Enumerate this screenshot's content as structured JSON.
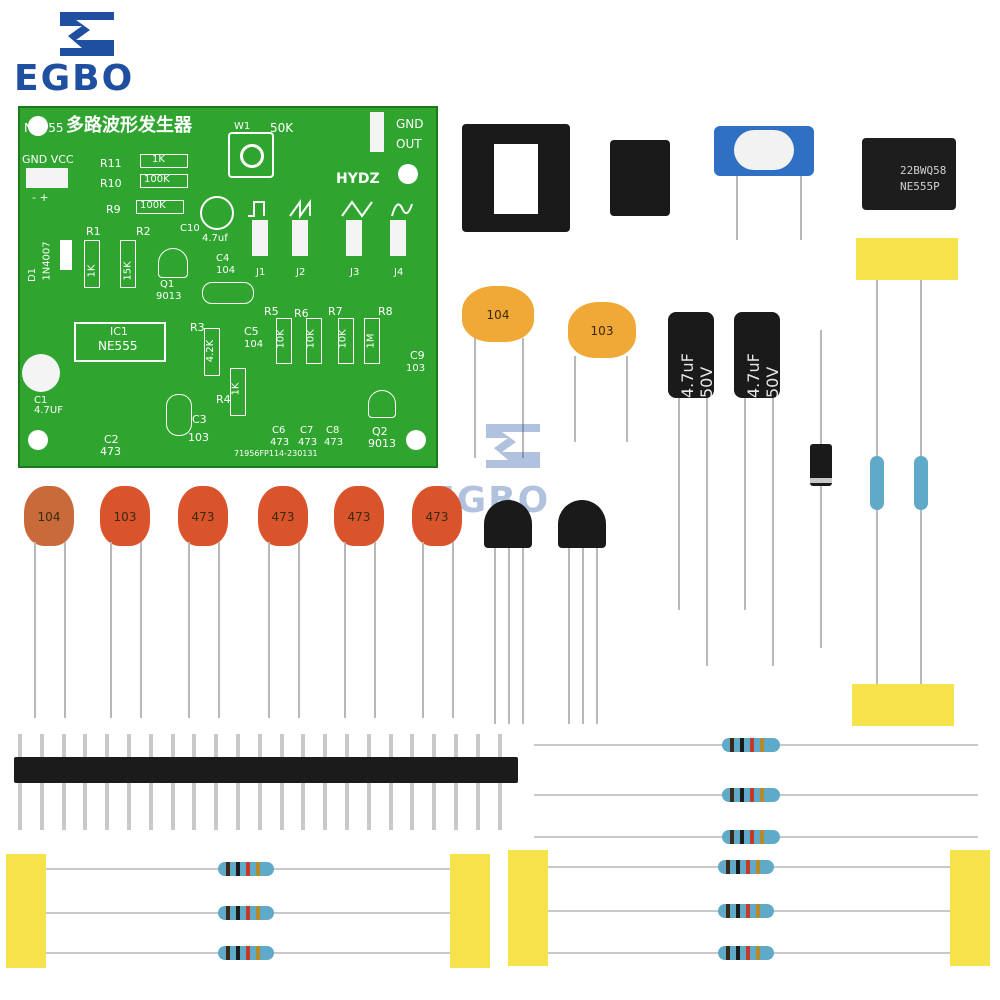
{
  "brand": {
    "name": "EGBO",
    "watermark": "EGBO",
    "colors": {
      "primary": "#1f4fa0",
      "pcb_green": "#2fa52f",
      "tape_yellow": "#f6e24a",
      "resistor_blue": "#5fa9c9"
    }
  },
  "pcb": {
    "title_left": "NE555",
    "title_cn": "多路波形发生器",
    "w1": "W1",
    "pot_value": "50K",
    "gnd": "GND",
    "out": "OUT",
    "hydz": "HYDZ",
    "gnd_vcc": "GND  VCC",
    "polarity": "-  +",
    "r11": "R11",
    "r10": "R10",
    "r9": "R9",
    "r11_val": "1K",
    "r10_val": "100K",
    "r9_val": "100K",
    "r1": "R1",
    "r2": "R2",
    "r1_val": "1K",
    "r2_val": "15K",
    "d1": "D1",
    "d1_val": "1N4007",
    "q1": "Q1",
    "q1_val": "9013",
    "c10": "C10",
    "c10_val": "4.7uf",
    "c4": "C4",
    "c4_val": "104",
    "j1": "J1",
    "j2": "J2",
    "j3": "J3",
    "j4": "J4",
    "ic1": "IC1",
    "ic1_val": "NE555",
    "r3": "R3",
    "r3_val": "4.2K",
    "c5": "C5",
    "c5_val": "104",
    "r5": "R5",
    "r6": "R6",
    "r7": "R7",
    "r8": "R8",
    "r5_val": "10K",
    "r6_val": "10K",
    "r7_val": "10K",
    "r8_val": "1M",
    "c9": "C9",
    "c9_val": "103",
    "c1": "C1",
    "c1_val": "4.7UF",
    "r4": "R4",
    "r4_val": "1K",
    "c3": "C3",
    "c3_val": "103",
    "c2": "C2",
    "c2_val": "473",
    "c6": "C6",
    "c7": "C7",
    "c8": "C8",
    "c6_val": "473",
    "c7_val": "473",
    "c8_val": "473",
    "q2": "Q2",
    "q2_val": "9013",
    "serial": "71956FP114-230131"
  },
  "parts": {
    "ic_line1": "22BWQ58",
    "ic_line2": "NE555P",
    "cap_104_large": "104",
    "cap_103_large": "103",
    "elyt_1": "4.7uF 50V",
    "elyt_2": "4.7uF 50V",
    "small_caps": [
      "104",
      "103",
      "473",
      "473",
      "473",
      "473"
    ]
  }
}
